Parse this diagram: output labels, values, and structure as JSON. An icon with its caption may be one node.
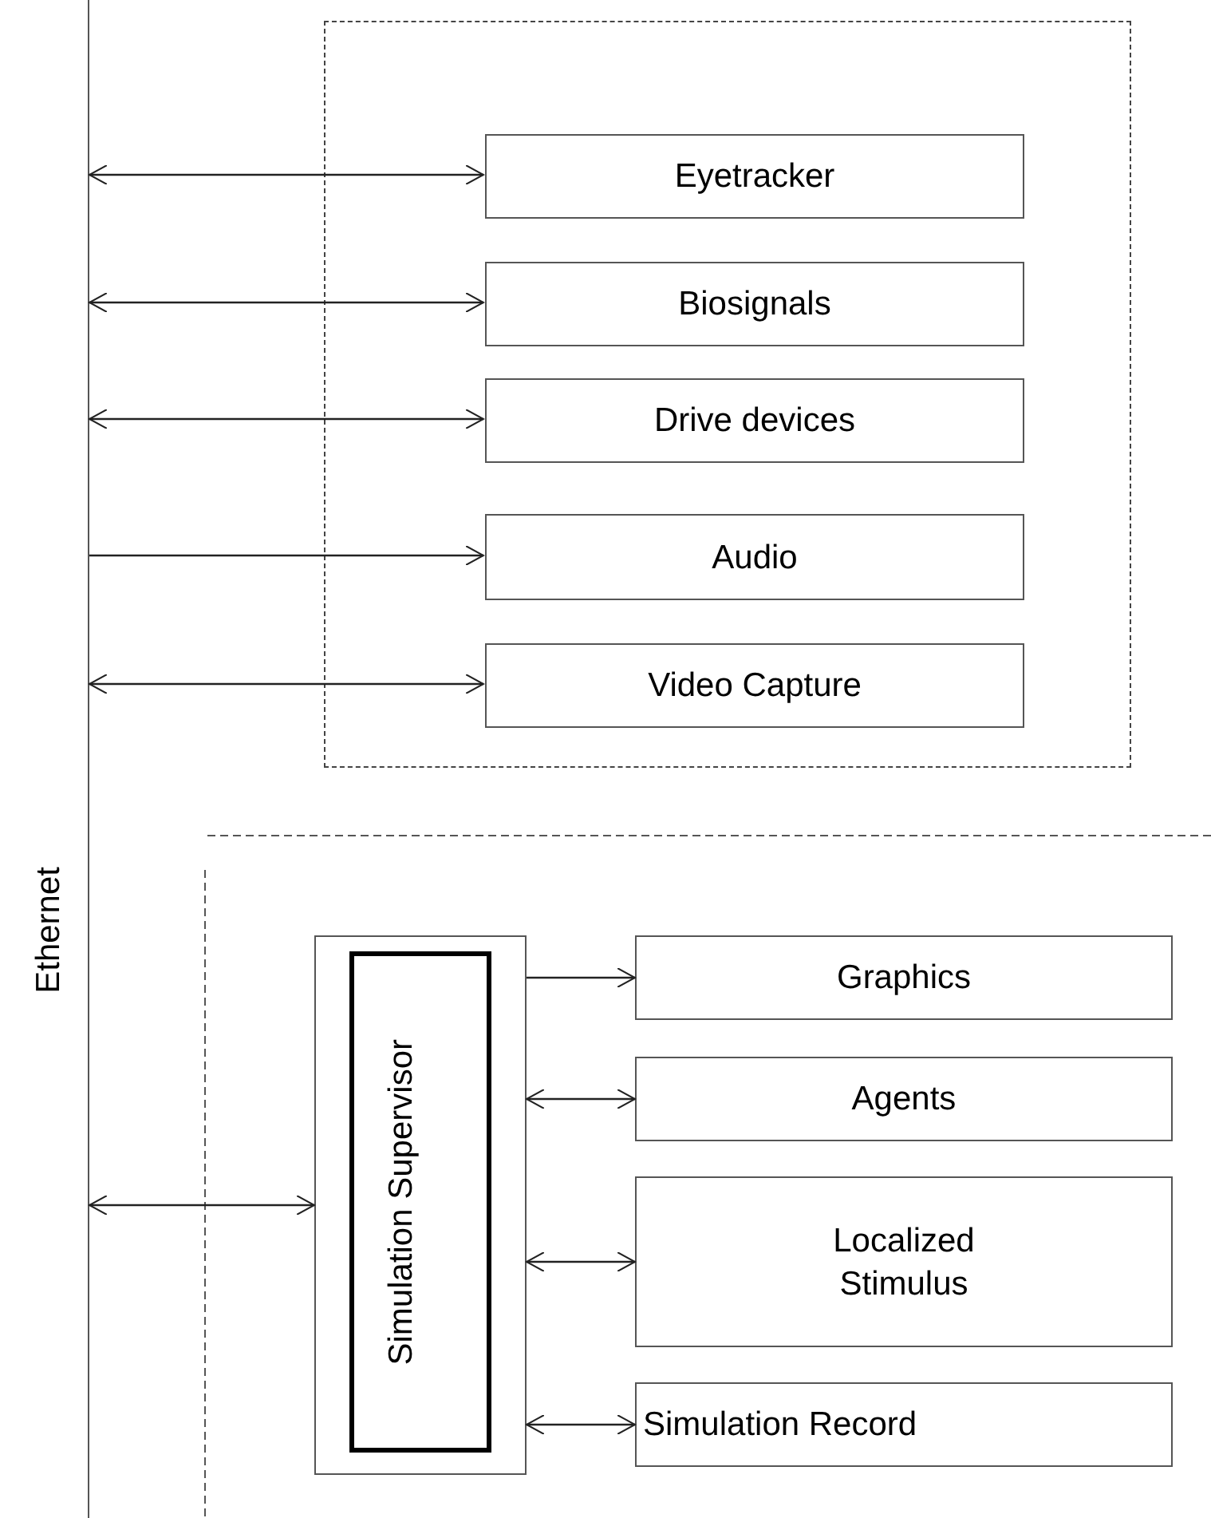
{
  "diagram": {
    "nodes": [
      {
        "text": [
          "Ethernet"
        ]
      },
      {
        "text": [],
        "shape": "box"
      },
      {
        "text": [
          "Eyetracker"
        ],
        "in": 1
      },
      {
        "text": [
          "Biosignals"
        ],
        "in": 1
      },
      {
        "text": [
          "Drive devices"
        ],
        "in": 1
      },
      {
        "text": [
          "Audio"
        ],
        "in": 1
      },
      {
        "text": [
          "Video Capture"
        ],
        "in": 1
      },
      {
        "text": [],
        "shape": "box"
      },
      {
        "text": [],
        "shape": "box",
        "in": 7
      },
      {
        "text": [
          "Simulation Supervisor"
        ],
        "in": 8
      },
      {
        "text": [
          "Graphics"
        ],
        "in": 7
      },
      {
        "text": [
          "Agents"
        ],
        "in": 7
      },
      {
        "text": [
          "Localized Stimulus"
        ],
        "in": 7
      },
      {
        "text": [
          "Simulation Record"
        ],
        "in": 7
      }
    ],
    "edges": [
      {
        "from": 0,
        "to": 2,
        "arrow": "both"
      },
      {
        "from": 0,
        "to": 3,
        "arrow": "both"
      },
      {
        "from": 0,
        "to": 4,
        "arrow": "both"
      },
      {
        "from": 0,
        "to": 5,
        "arrow": "to"
      },
      {
        "from": 0,
        "to": 6,
        "arrow": "both"
      },
      {
        "from": 0,
        "to": 8,
        "arrow": "both"
      },
      {
        "from": 8,
        "to": 10,
        "arrow": "to"
      },
      {
        "from": 8,
        "to": 11,
        "arrow": "both"
      },
      {
        "from": 8,
        "to": 12,
        "arrow": "both"
      },
      {
        "from": 8,
        "to": 13,
        "arrow": "both"
      }
    ]
  }
}
